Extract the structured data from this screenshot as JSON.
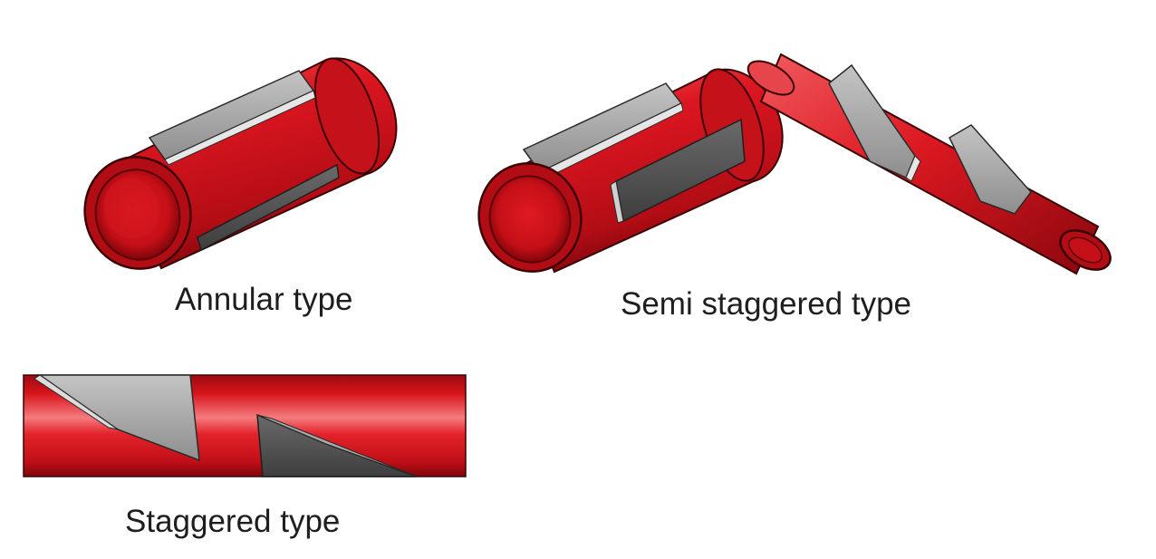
{
  "captions": {
    "annular": "Annular type",
    "semi_staggered": "Semi staggered type",
    "staggered": "Staggered type"
  },
  "colors": {
    "body_red": "#d9141c",
    "dark_red": "#8e0a10",
    "highlight_red": "#f0666a",
    "blade_grey": "#a9a9a9",
    "blade_dark": "#555555",
    "caption_text": "#1e1e1e"
  }
}
